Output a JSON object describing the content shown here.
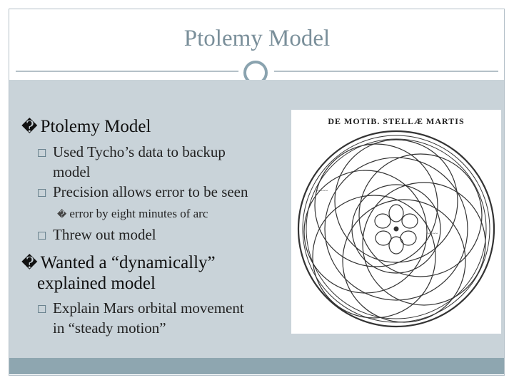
{
  "slide": {
    "title": "Ptolemy Model",
    "bullets": [
      {
        "marker": "�",
        "text": "Ptolemy Model"
      },
      {
        "marker": "�",
        "text_line1": "Wanted a “dynamically”",
        "text_line2": "explained model"
      }
    ],
    "sub_bullets": [
      {
        "line1": "Used Tycho’s data to backup",
        "line2": "model"
      },
      {
        "line1": "Precision allows error to be seen"
      },
      {
        "line1": "Threw out model"
      },
      {
        "line1": "Explain Mars orbital movement",
        "line2": "in “steady motion”"
      }
    ],
    "sub_sub_bullet": {
      "marker": "�",
      "text": "error by eight minutes of arc"
    },
    "figure_caption": "DE MOTIB. STELLÆ MARTIS"
  },
  "colors": {
    "title": "#7a8f9a",
    "content_bg": "#c9d3d9",
    "footer_bg": "#8ea6b0",
    "accent": "#4d6a78"
  }
}
